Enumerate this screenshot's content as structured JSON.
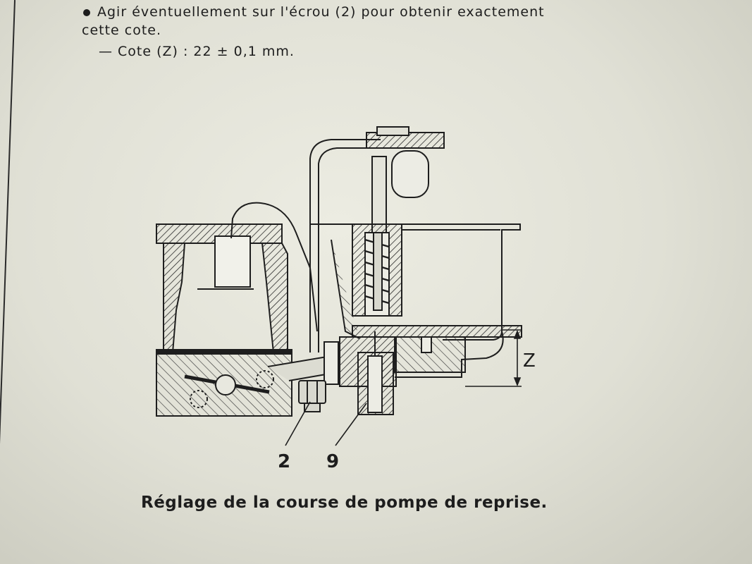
{
  "text": {
    "instruction": "Agir éventuellement sur l'écrou (2) pour obtenir exactement",
    "instruction_cont": "cette cote.",
    "spec": "— Cote (Z) : 22 ± 0,1 mm."
  },
  "figure": {
    "label_2": "2",
    "label_9": "9",
    "dimension_label": "Z",
    "caption": "Réglage de la course de pompe de reprise."
  }
}
